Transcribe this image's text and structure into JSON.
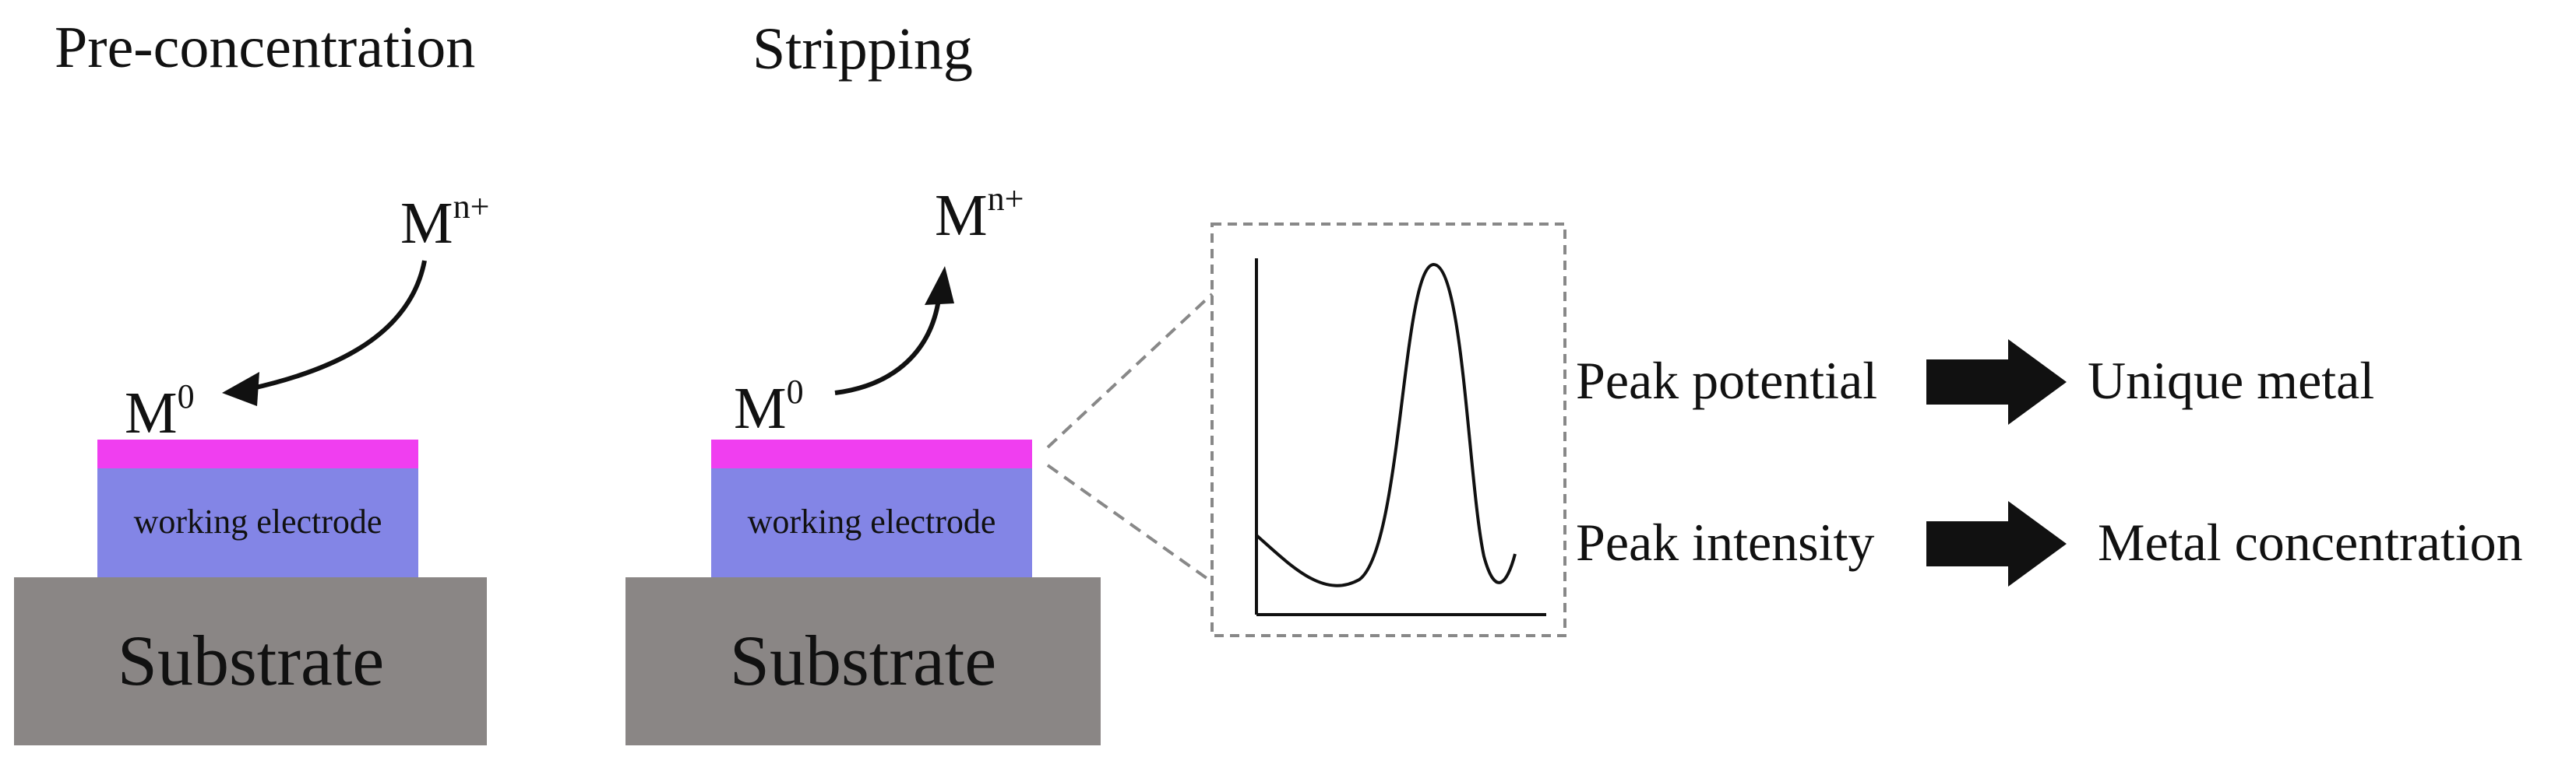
{
  "panels": {
    "preconcentration": {
      "title": "Pre-concentration",
      "ion_base": "M",
      "ion_charge": "n+",
      "metal_base": "M",
      "metal_charge": "0",
      "electrode_label": "working electrode",
      "substrate_label": "Substrate"
    },
    "stripping": {
      "title": "Stripping",
      "ion_base": "M",
      "ion_charge": "n+",
      "metal_base": "M",
      "metal_charge": "0",
      "electrode_label": "working electrode",
      "substrate_label": "Substrate"
    }
  },
  "readouts": [
    {
      "property": "Peak potential",
      "meaning": "Unique metal"
    },
    {
      "property": "Peak intensity",
      "meaning": "Metal concentration"
    }
  ],
  "colors": {
    "film": "#f03ef0",
    "electrode": "#8385e6",
    "substrate": "#8a8685",
    "ink": "#111111",
    "dashed_box": "#888888"
  }
}
